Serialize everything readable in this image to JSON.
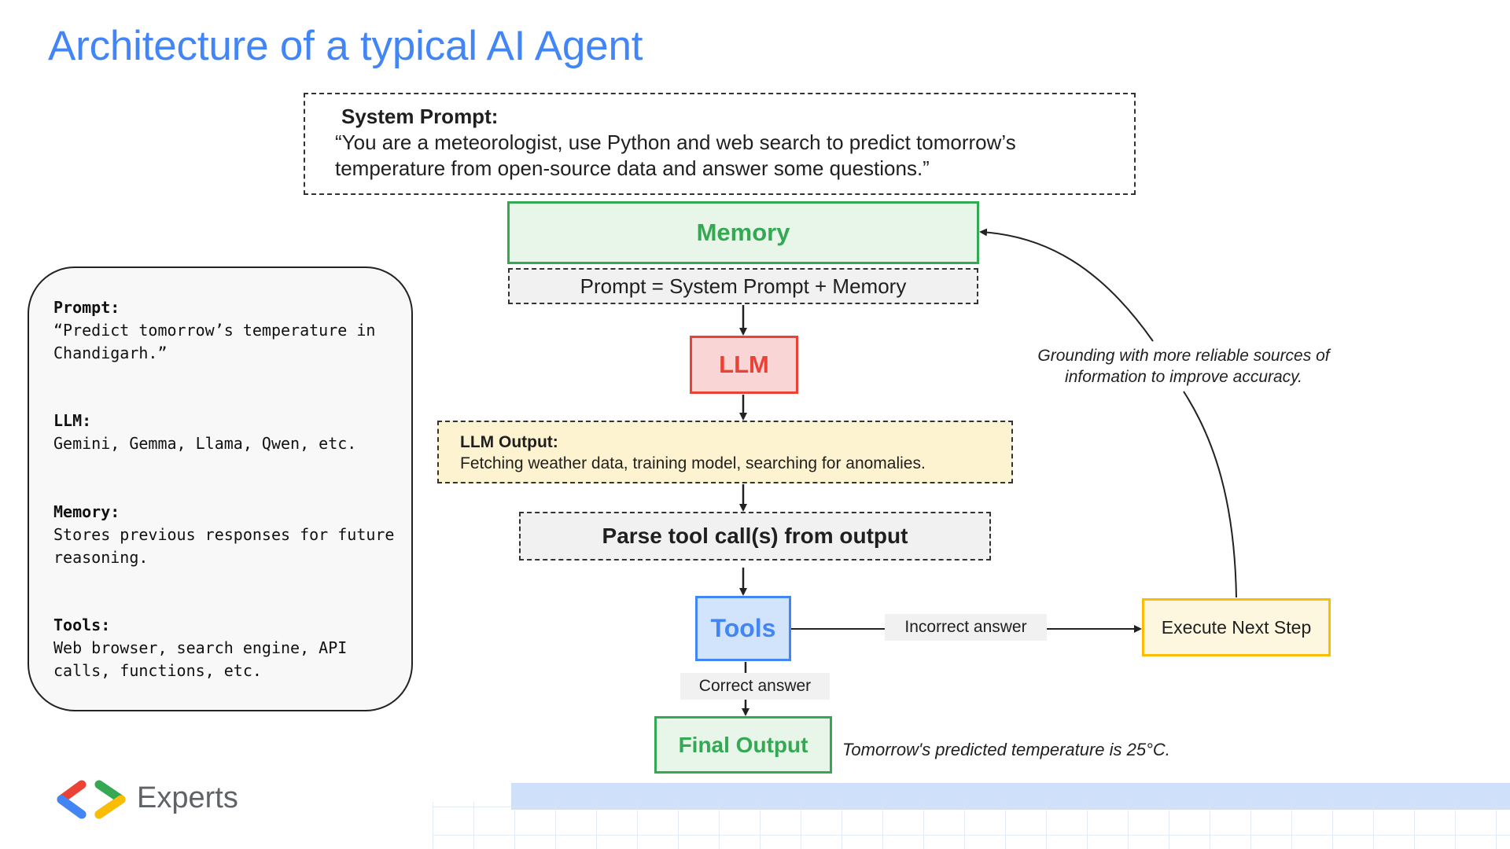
{
  "title": "Architecture of a typical AI Agent",
  "system_prompt": {
    "heading": "System Prompt:",
    "text": "“You are a meteorologist, use Python and web search to predict tomorrow’s temperature from open-source data and answer some questions.”"
  },
  "nodes": {
    "memory": "Memory",
    "prompt_formula": "Prompt = System Prompt + Memory",
    "llm": "LLM",
    "llm_output_heading": "LLM Output:",
    "llm_output_text": "Fetching weather data, training model, searching for anomalies.",
    "parse": "Parse tool call(s) from output",
    "tools": "Tools",
    "execute_next_step": "Execute Next Step",
    "final_output": "Final Output"
  },
  "edge_labels": {
    "incorrect": "Incorrect answer",
    "correct": "Correct answer",
    "grounding": "Grounding with more reliable sources of information to improve accuracy."
  },
  "final_note": "Tomorrow's predicted temperature is 25°C.",
  "side_panel": {
    "prompt_label": "Prompt:",
    "prompt_text": "“Predict tomorrow’s temperature in Chandigarh.”",
    "llm_label": "LLM:",
    "llm_text": "Gemini, Gemma, Llama, Qwen, etc.",
    "memory_label": "Memory:",
    "memory_text": "Stores previous responses for future reasoning.",
    "tools_label": "Tools:",
    "tools_text": "Web browser, search engine, API calls, functions, etc."
  },
  "branding": {
    "logo_icon": "google-developers-chevrons-icon",
    "name": "Experts"
  },
  "colors": {
    "title": "#4285f4",
    "memory": "#34a853",
    "llm": "#ea4335",
    "tools": "#4285f4",
    "execute": "#fbbc04",
    "final": "#34a853"
  }
}
